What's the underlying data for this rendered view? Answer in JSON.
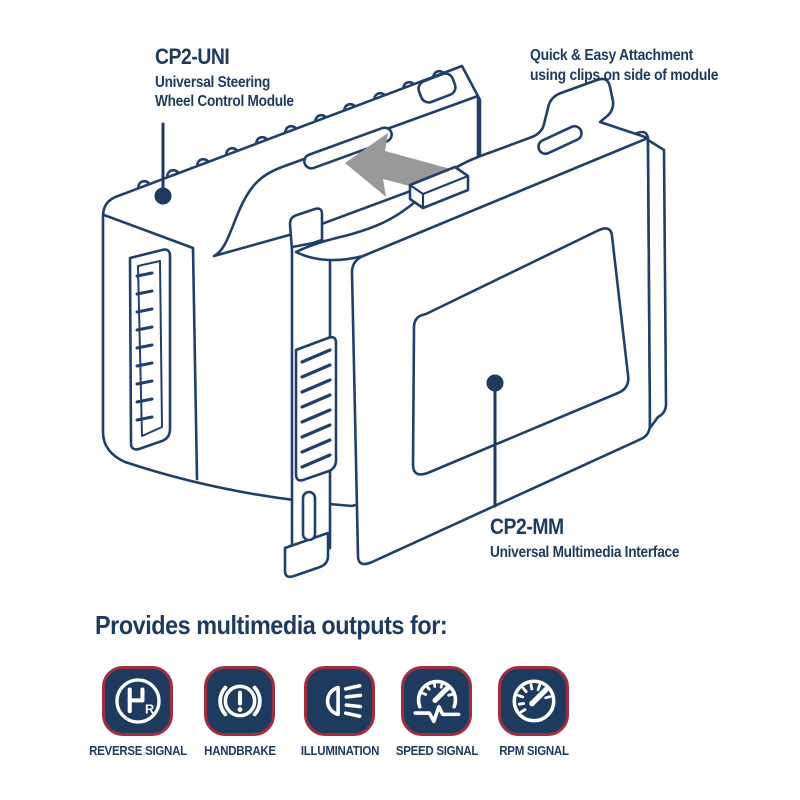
{
  "illustration": {
    "arrow_direction": "left",
    "colors": {
      "navy": "#1d3a5f",
      "line_art": "#20406a",
      "accent_red": "#9e2f3e",
      "arrow_gray": "#98999b"
    }
  },
  "callouts": {
    "cp2_uni": {
      "title": "CP2-UNI",
      "subtitle_line1": "Universal Steering",
      "subtitle_line2": "Wheel Control Module"
    },
    "attachment_note": {
      "line1": "Quick & Easy Attachment",
      "line2": "using clips on side of module"
    },
    "cp2_mm": {
      "title": "CP2-MM",
      "subtitle": "Universal Multimedia Interface"
    }
  },
  "outputs": {
    "heading": "Provides multimedia outputs for:",
    "items": [
      {
        "label": "REVERSE SIGNAL",
        "icon": "gear-shift-reverse-icon"
      },
      {
        "label": "HANDBRAKE",
        "icon": "handbrake-warning-icon"
      },
      {
        "label": "ILLUMINATION",
        "icon": "headlight-icon"
      },
      {
        "label": "SPEED SIGNAL",
        "icon": "speedometer-pulse-icon"
      },
      {
        "label": "RPM SIGNAL",
        "icon": "tachometer-icon"
      }
    ]
  }
}
